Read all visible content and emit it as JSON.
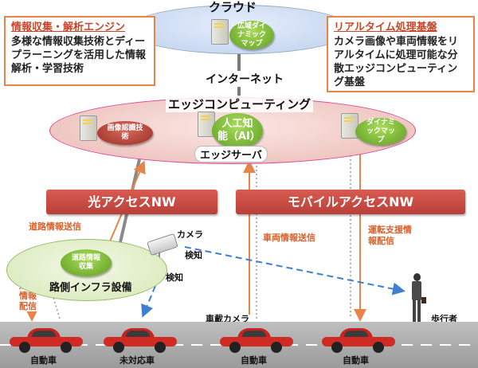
{
  "cloud": {
    "title": "クラウド",
    "map_label": "広域ダイナミックマップ"
  },
  "internet": {
    "label": "インターネット"
  },
  "edge": {
    "title": "エッジコンピューティング",
    "ai_label": "人工知能（AI）",
    "server_label": "エッジサーバ",
    "image_label": "画像認識技術",
    "dynamic_map_label": "ダイナミックマップ"
  },
  "callouts": {
    "left": {
      "title": "情報収集・解析エンジン",
      "body": "多様な情報収集技術とディープラーニングを活用した情報解析・学習技術"
    },
    "right": {
      "title": "リアルタイム処理基盤",
      "body": "カメラ画像や車両情報をリアルタイムに処理可能な分散エッジコンピューティング基盤"
    }
  },
  "networks": {
    "optical": "光アクセスNW",
    "mobile": "モバイルアクセスNW"
  },
  "flows": {
    "road_info": "道路情報送信",
    "vehicle_info": "車両情報送信",
    "driving_support": "運転支援情報配信",
    "surrounding_info": "周辺情報配信"
  },
  "roadside": {
    "label": "路側インフラ設備",
    "collect_label": "道路情報収集"
  },
  "camera": {
    "label": "カメラ",
    "detect1": "検知",
    "detect2": "検知"
  },
  "vehicle_camera": "車載カメラ",
  "pedestrian": "歩行者",
  "cars": [
    "自動車",
    "未対応車",
    "自動車",
    "自動車"
  ],
  "colors": {
    "accent_red": "#c8462a",
    "orange": "#e8844a",
    "green": "#6aa82c",
    "blue_dash": "#3d7fd0"
  }
}
